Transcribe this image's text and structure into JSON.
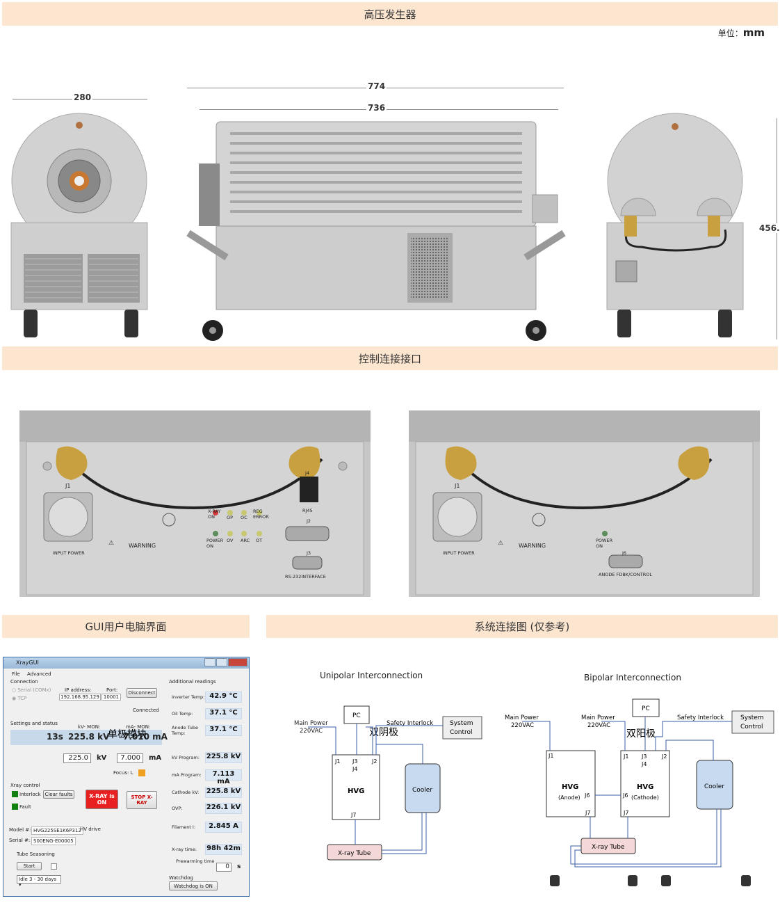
{
  "sections": {
    "hv_generator": "高压发生器",
    "control_interface": "控制连接接口",
    "gui": "GUI用户电脑界面",
    "system_diagram": "系统连接图 (仅参考)"
  },
  "unit": {
    "label": "单位：",
    "value": "mm"
  },
  "dimensions": {
    "width": "280",
    "overall_length": "774",
    "body_length": "736",
    "height": "456."
  },
  "panels": {
    "j1": "J1",
    "input_power": "INPUT POWER",
    "warning": "WARNING",
    "xray_on": "X-RAY ON",
    "op": "OP",
    "oc": "OC",
    "reg_error": "REG ERROR",
    "power_on": "POWER ON",
    "ov": "OV",
    "arc": "ARC",
    "ot": "OT",
    "j4": "J4",
    "rj45": "RJ45",
    "j2": "J2",
    "j3": "J3",
    "rs232": "RS-232INTERFACE",
    "j6": "J6",
    "anode_fdbk": "ANODE FDBK/CONTROL"
  },
  "gui": {
    "title": "XrayGUI",
    "menu": [
      "File",
      "Advanced"
    ],
    "connection_label": "Connection",
    "serial": "Serial (COMx)",
    "tcp": "TCP",
    "ip_label": "IP address:",
    "ip": "192.168.95.129",
    "port_label": "Port:",
    "port": "10001",
    "disconnect": "Disconnect",
    "connected": "Connected",
    "settings_label": "Settings and status",
    "kv_mon": "kV- MON:",
    "ma_mon": "mA- MON:",
    "time_read": "13s",
    "kv_read": "225.8 kV",
    "ma_read": "7.010 mA",
    "overlay": "单极模块",
    "kv_set": "225.0",
    "kv_unit": "kV",
    "ma_set": "7.000",
    "ma_unit": "mA",
    "focus": "Focus: L",
    "xray_control": "Xray control",
    "interlock": "Interlock",
    "fault": "Fault",
    "clear_faults": "Clear faults",
    "xray_on": "X-RAY is ON",
    "stop": "STOP X-RAY",
    "model_label": "Model #:",
    "model": "HVG225SE1K6P312",
    "serial_label": "Serial #:",
    "serial_no": "S00ENG-E00005",
    "hv_drive": "HV drive",
    "tube_seasoning": "Tube Seasoning",
    "start": "Start",
    "idle": "Idle 3 - 30 days",
    "additional": "Additional readings",
    "readings": [
      {
        "label": "Inverter Temp:",
        "value": "42.9 °C"
      },
      {
        "label": "Oil Temp:",
        "value": "37.1 °C"
      },
      {
        "label": "Anode Tube Temp:",
        "value": "37.1 °C"
      },
      {
        "label": "kV Program:",
        "value": "225.8 kV"
      },
      {
        "label": "mA Program:",
        "value": "7.113 mA"
      },
      {
        "label": "Cathode kV:",
        "value": "225.8 kV"
      },
      {
        "label": "OVP:",
        "value": "226.1 kV"
      },
      {
        "label": "Filament I:",
        "value": "2.845 A"
      },
      {
        "label": "X-ray time:",
        "value": "98h 42m"
      }
    ],
    "prewarming": "Prewarming time",
    "prewarm_val": "0",
    "prewarm_unit": "s",
    "watchdog": "Watchdog",
    "watchdog_btn": "Watchdog is ON"
  },
  "unipolar": {
    "title": "Unipolar Interconnection",
    "main_power": "Main Power",
    "vac": "220VAC",
    "pc": "PC",
    "safety": "Safety Interlock",
    "system": "System",
    "control": "Control",
    "overlay": "双阴极",
    "j1": "J1",
    "j3": "J3",
    "j4": "J4",
    "j2": "J2",
    "j7": "J7",
    "hvg": "HVG",
    "cooler": "Cooler",
    "xray_tube": "X-ray Tube"
  },
  "bipolar": {
    "title": "Bipolar Interconnection",
    "main_power": "Main Power",
    "vac": "220VAC",
    "pc": "PC",
    "safety": "Safety Interlock",
    "system": "System",
    "control": "Control",
    "overlay": "双阳极",
    "hvg": "HVG",
    "anode": "(Anode)",
    "cathode": "(Cathode)",
    "j1": "J1",
    "j6": "J6",
    "j7": "J7",
    "j3": "J3",
    "j4": "J4",
    "j2": "J2",
    "cooler": "Cooler",
    "xray_tube": "X-ray Tube"
  }
}
